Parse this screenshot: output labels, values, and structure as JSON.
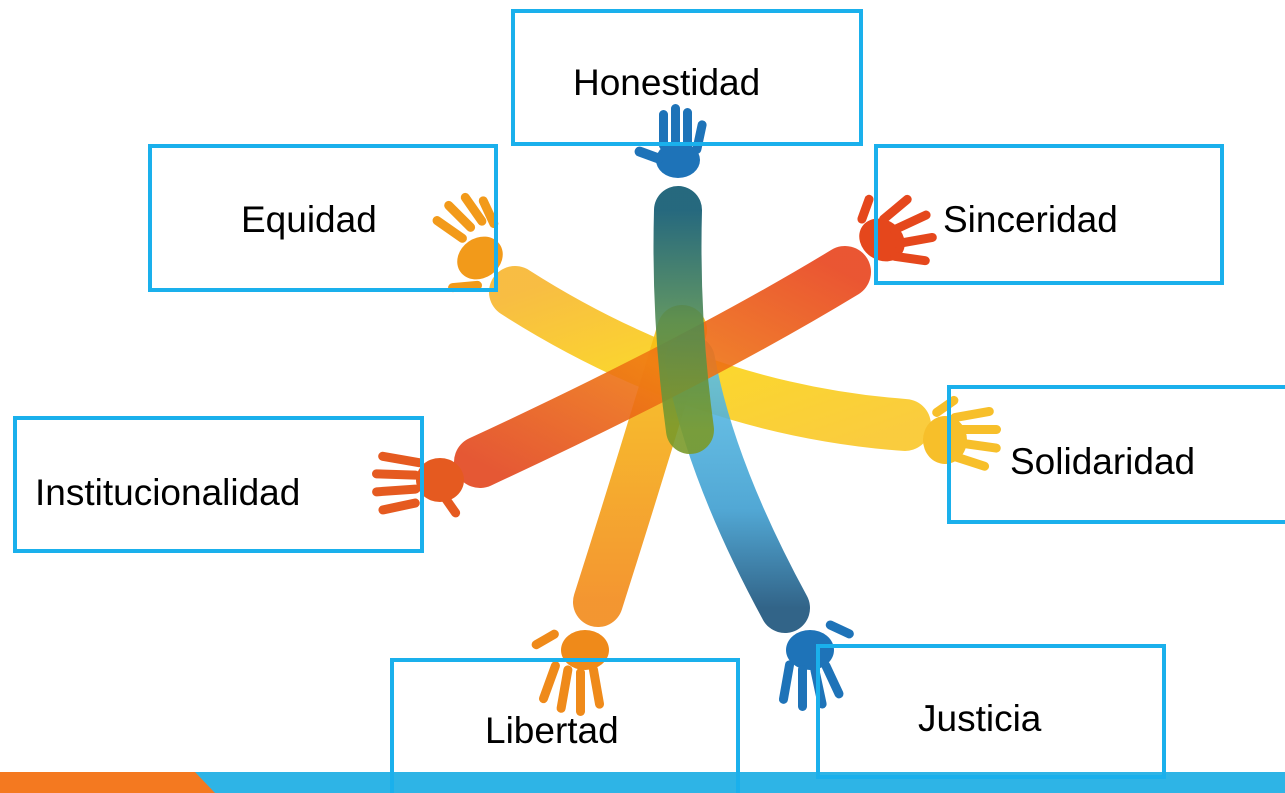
{
  "values": {
    "honestidad": "Honestidad",
    "equidad": "Equidad",
    "sinceridad": "Sinceridad",
    "institucionalidad": "Institucionalidad",
    "solidaridad": "Solidaridad",
    "libertad": "Libertad",
    "justicia": "Justicia"
  },
  "colors": {
    "box_border": "#1ab0ec",
    "footer_blue": "#2eb4e6",
    "footer_orange": "#f47920",
    "arm_teal": "#0f5f73",
    "arm_red": "#e8431c",
    "arm_yellow": "#f7c12a",
    "arm_orange": "#f39c12",
    "arm_blue": "#49b5e3"
  }
}
